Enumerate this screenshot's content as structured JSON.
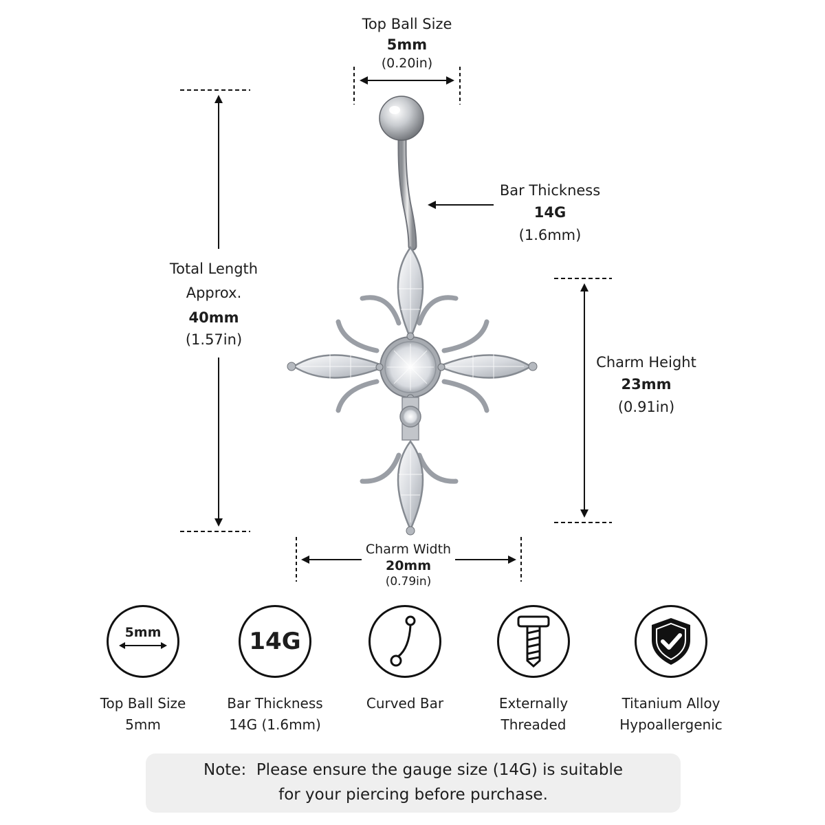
{
  "dimensions": {
    "top_ball": {
      "title": "Top Ball Size",
      "value": "5mm",
      "inch": "(0.20in)"
    },
    "bar": {
      "title": "Bar Thickness",
      "value": "14G",
      "inch": "(1.6mm)"
    },
    "total": {
      "title1": "Total Length",
      "title2": "Approx.",
      "value": "40mm",
      "inch": "(1.57in)"
    },
    "height": {
      "title": "Charm Height",
      "value": "23mm",
      "inch": "(0.91in)"
    },
    "width": {
      "title": "Charm Width",
      "value": "20mm",
      "inch": "(0.79in)"
    }
  },
  "features": [
    {
      "icon_text": "5mm",
      "line1": "Top Ball Size",
      "line2": "5mm",
      "icon": "ball-size-icon"
    },
    {
      "icon_text": "14G",
      "line1": "Bar Thickness",
      "line2": "14G (1.6mm)",
      "icon": "gauge-icon"
    },
    {
      "line1": "Curved Bar",
      "line2": "",
      "icon": "curved-bar-icon"
    },
    {
      "line1": "Externally",
      "line2": "Threaded",
      "icon": "screw-icon"
    },
    {
      "line1": "Titanium Alloy",
      "line2": "Hypoallergenic",
      "icon": "shield-check-icon"
    }
  ],
  "note": {
    "line1": "Note:  Please ensure the gauge size (14G) is suitable",
    "line2": "for your piercing before purchase."
  },
  "colors": {
    "text": "#1d1d1d",
    "note_bg": "#efefef",
    "metal": "#b9bcc0"
  }
}
